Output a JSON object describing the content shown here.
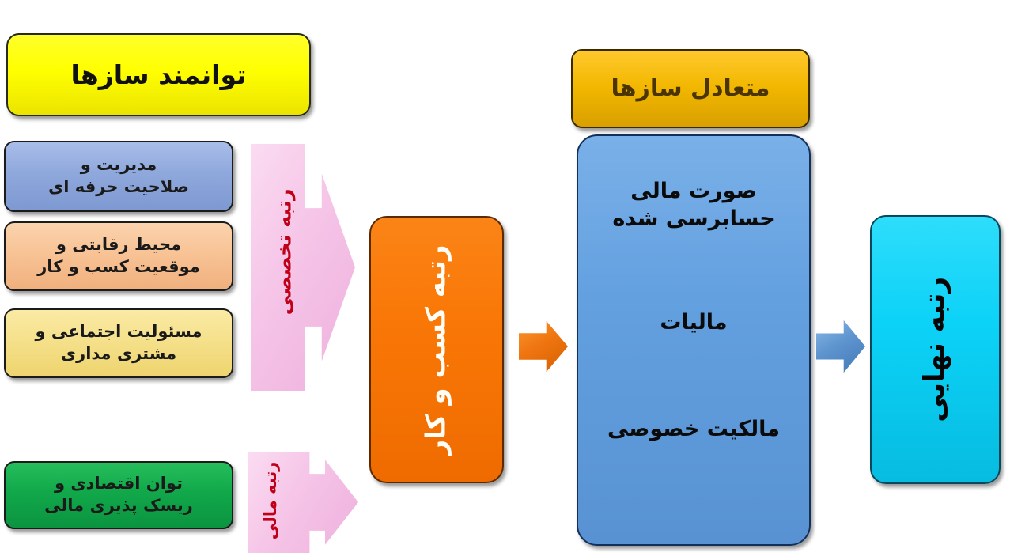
{
  "diagram": {
    "title_left": "توانمند سازها",
    "title_right": "متعادل سازها",
    "colors": {
      "enabler_header": "#ffff00",
      "balancer_header": "#f2b700",
      "management": "#8fa8dc",
      "market": "#f8c294",
      "social": "#f5e08a",
      "financial_capacity": "#11a84a",
      "business_rank": "#f97706",
      "balancer_items": "#63a0e0",
      "final_rank": "#0cd2f7",
      "pink_arrow": "#f6c6e8",
      "pink_arrow_text": "#c00018",
      "orange_mini_arrow": "#ef7510",
      "blue_mini_arrow": "#5e95cf"
    }
  },
  "enablers": {
    "header": "توانمند سازها",
    "items": [
      {
        "label": "مدیریت و\nصلاحیت حرفه ای"
      },
      {
        "label": "محیط رقابتی و\nموقعیت کسب و کار"
      },
      {
        "label": "مسئولیت اجتماعی و\nمشتری مداری"
      },
      {
        "label": "توان اقتصادی و\nریسک پذیری مالی"
      }
    ]
  },
  "arrows": {
    "specialized_rank": "رتبه تخصصی",
    "financial_rank": "رتبه مالی",
    "business_to_balancer": "arrow-right-icon",
    "balancer_to_final": "arrow-right-icon"
  },
  "business_rank": {
    "label": "رتبه کسب و کار"
  },
  "balancers": {
    "header": "متعادل سازها",
    "items": [
      {
        "label": "صورت مالی\nحسابرسی شده"
      },
      {
        "label": "مالیات"
      },
      {
        "label": "مالکیت\nخصوصی"
      }
    ]
  },
  "final_rank": {
    "label": "رتبه نهایی"
  }
}
